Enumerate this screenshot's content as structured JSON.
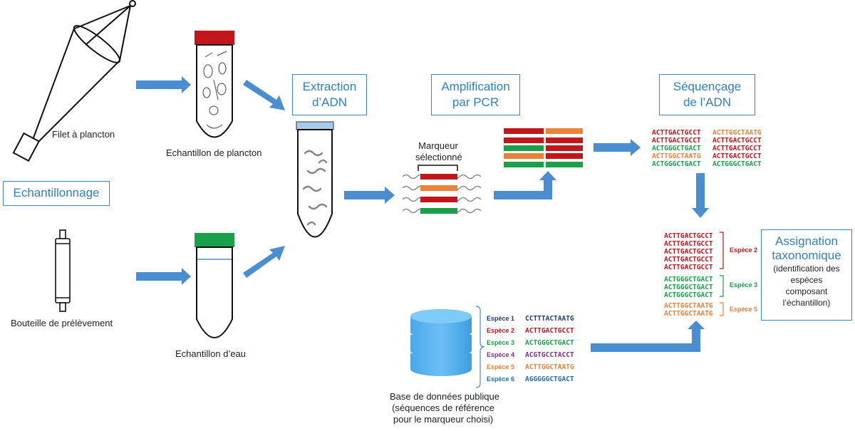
{
  "colors": {
    "box_border": "#3a86c8",
    "box_text": "#2f7fc1",
    "arrow": "#4a8ed1",
    "red": "#c0161c",
    "orange": "#e8823a",
    "green": "#1aa04a",
    "navy": "#1f3b73",
    "purple": "#7a2f9a",
    "blue": "#1f6fb5"
  },
  "labels": {
    "filet": "Filet à plancton",
    "echantillon_plancton": "Echantillon de plancton",
    "bouteille": "Bouteille de prélèvement",
    "echantillon_eau": "Echantillon d’eau",
    "marqueur_1": "Marqueur",
    "marqueur_2": "sélectionné",
    "base_1": "Base de données publique",
    "base_2": "(séquences de référence",
    "base_3": "pour le marqueur choisi)"
  },
  "boxes": {
    "echantillonnage": "Echantillonnage",
    "extraction_1": "Extraction",
    "extraction_2": "d’ADN",
    "amplification_1": "Amplification",
    "amplification_2": "par PCR",
    "sequencage_1": "Séquençage",
    "sequencage_2": "de l’ADN",
    "assignation_1": "Assignation",
    "assignation_2": "taxonomique",
    "assignation_3": "(identification des",
    "assignation_4": "espèces",
    "assignation_5": "composant",
    "assignation_6": "l’échantillon)"
  },
  "sequencing_reads": {
    "col1": [
      "ACTTGACTGCCT",
      "ACTTGACTGCCT",
      "ACTGGGCTGACT",
      "ACTTGGCTAATG",
      "ACTGGGCTGACT"
    ],
    "col2": [
      "ACTTGGCTAATG",
      "ACTTGACTGCCT",
      "ACTTGACTGCCT",
      "ACTTGACTGCCT",
      "ACTGGGCTGACT"
    ]
  },
  "assignment": {
    "group_red": [
      "ACTTGACTGCCT",
      "ACTTGACTGCCT",
      "ACTTGACTGCCT",
      "ACTTGACTGCCT",
      "ACTTGACTGCCT"
    ],
    "group_green": [
      "ACTGGGCTGACT",
      "ACTGGGCTGACT",
      "ACTGGGCTGACT"
    ],
    "group_orange": [
      "ACTTGGCTAATG",
      "ACTTGGCTAATG"
    ],
    "label_red": "Espèce 2",
    "label_green": "Espèce 3",
    "label_orange": "Espèce 5"
  },
  "database": [
    {
      "species": "Espèce 1",
      "sequence": "CCTTTACTAATG"
    },
    {
      "species": "Espèce 2",
      "sequence": "ACTTGACTGCCT"
    },
    {
      "species": "Espèce 3",
      "sequence": "ACTGGGCTGACT"
    },
    {
      "species": "Espèce 4",
      "sequence": "ACGTGCCTACCT"
    },
    {
      "species": "Espèce 5",
      "sequence": "ACTTGGCTAATG"
    },
    {
      "species": "Espèce 6",
      "sequence": "AGGGGGCTGACT"
    }
  ]
}
